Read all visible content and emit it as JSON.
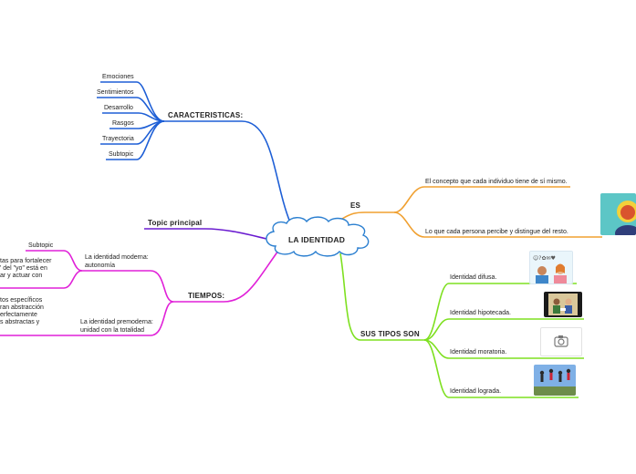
{
  "root": {
    "title": "LA IDENTIDAD"
  },
  "caracteristicas": {
    "title": "CARACTERISTICAS:",
    "items": [
      "Emociones",
      "Sentimientos",
      "Desarrollo",
      "Rasgos",
      "Trayectoria",
      "Subtopic"
    ]
  },
  "topic_principal": {
    "title": "Topic principal"
  },
  "tiempos": {
    "title": "TIEMPOS:",
    "moderna": {
      "title": "La identidad moderna: autonomía",
      "subtopic": "Subtopic",
      "partial_lines": [
        "tas para fortalecer",
        "' del \"yo\" está en",
        "ar y actuar con"
      ]
    },
    "premoderna": {
      "title": "La identidad premoderna: unidad con la totalidad",
      "partial_lines": [
        "tos específicos",
        "ran abstracción",
        "erfectamente",
        "s abstractas y"
      ]
    }
  },
  "es": {
    "title": "ES",
    "items": [
      "El concepto que cada individuo tiene de sí mismo.",
      "Lo que cada persona percibe y distingue del resto."
    ]
  },
  "sus_tipos": {
    "title": "SUS TIPOS SON",
    "items": [
      "Identidad difusa.",
      "Identidad hipotecada.",
      "Identidad moratoria.",
      "Identidad lograda."
    ]
  },
  "colors": {
    "blue": "#1e5fd6",
    "purple": "#6a1bd0",
    "magenta": "#e020d8",
    "orange": "#f0a030",
    "green": "#7ee020",
    "root_stroke": "#2b7fd0"
  },
  "icons": [
    "camera-icon"
  ]
}
